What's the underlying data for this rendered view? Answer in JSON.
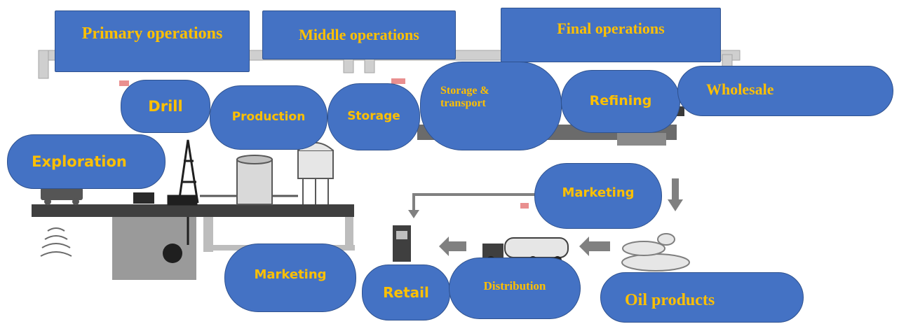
{
  "stage_headers": {
    "primary": "Primary operations",
    "middle": "Middle operations",
    "final": "Final operations"
  },
  "steps": {
    "drill": "Drill",
    "production": "Production",
    "storage": "Storage",
    "storage_transport": "Storage & transport",
    "refining": "Refining",
    "wholesale": "Wholesale",
    "exploration": "Exploration",
    "marketing_upper": "Marketing",
    "marketing_lower": "Marketing",
    "retail": "Retail",
    "distribution": "Distribution",
    "oil_products": "Oil products"
  },
  "colors": {
    "box_fill": "#4472c4",
    "box_border": "#2f528f",
    "label_text": "#ffc000",
    "illustration_gray": "#7f7f7f"
  }
}
